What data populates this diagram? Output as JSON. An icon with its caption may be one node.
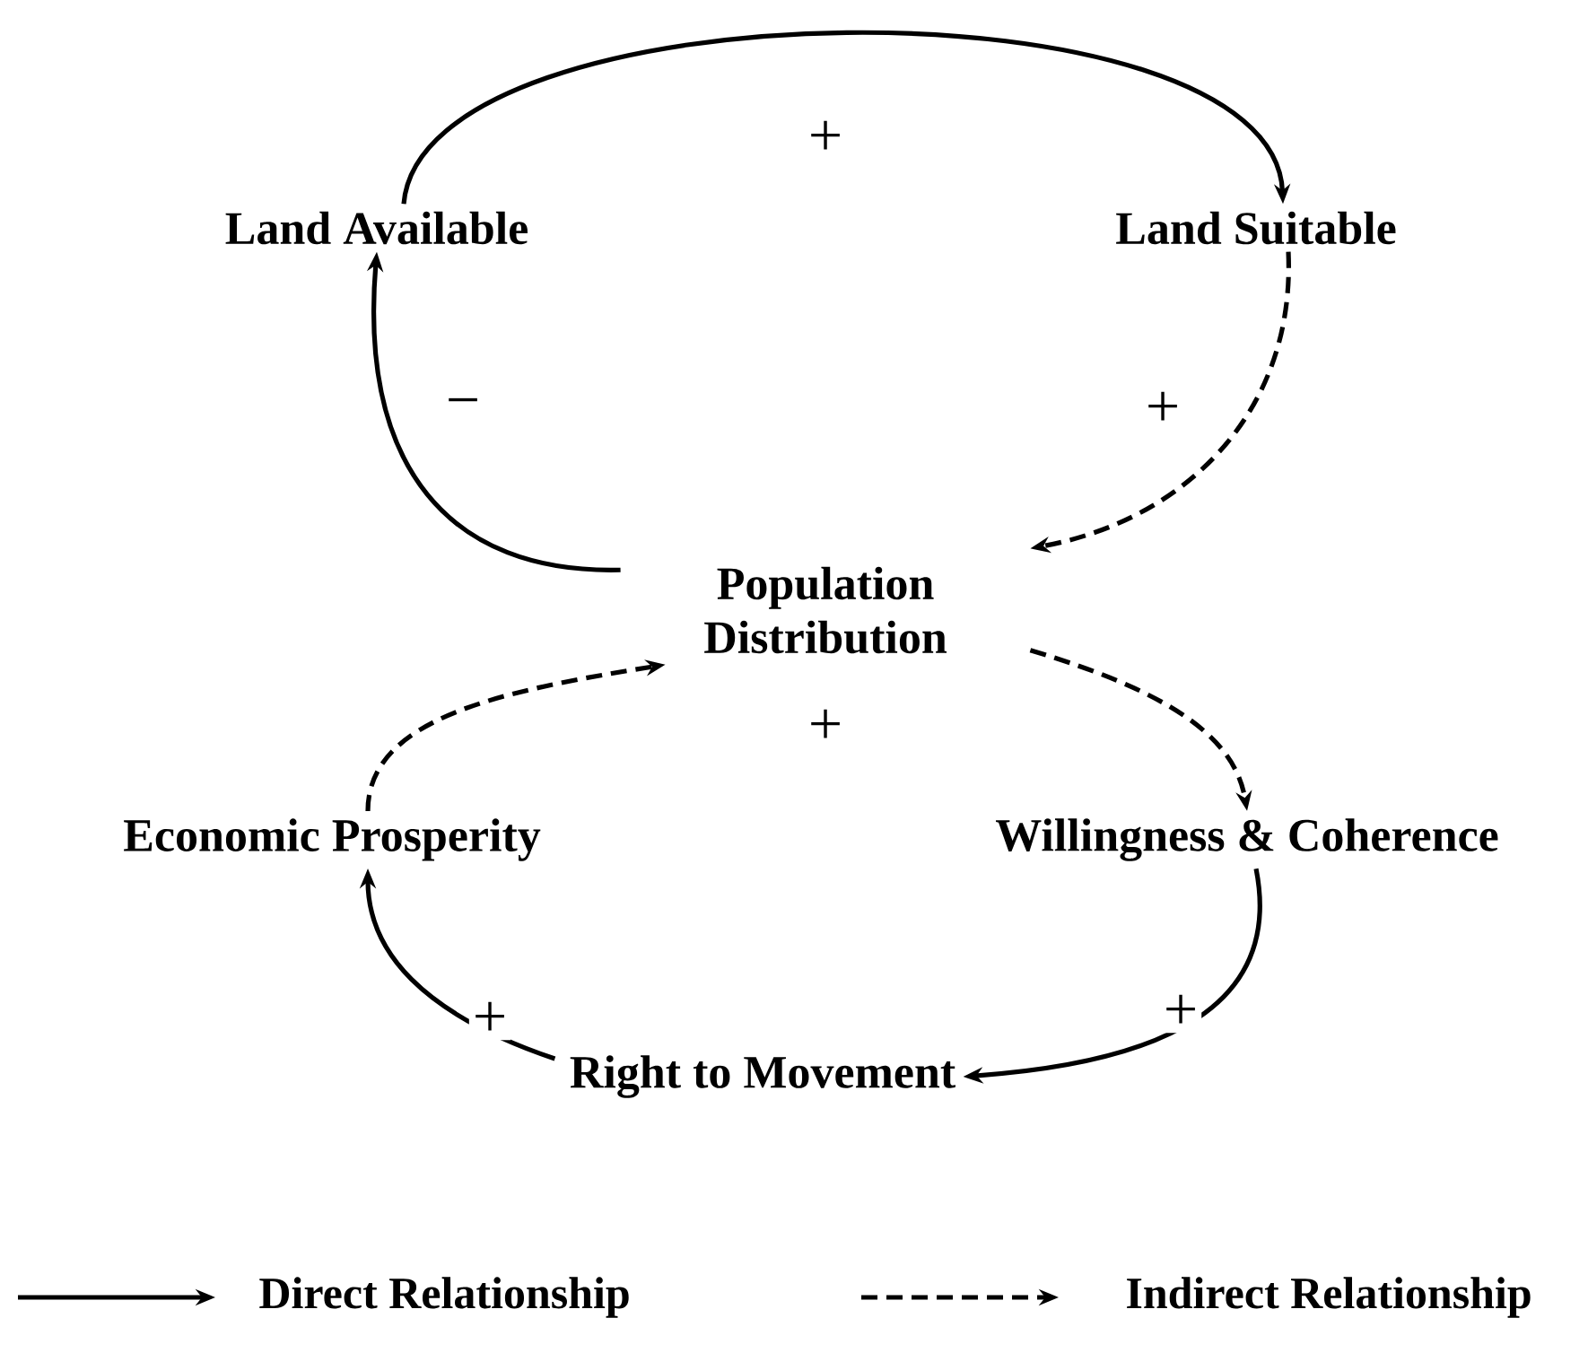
{
  "diagram": {
    "nodes": [
      {
        "text": [
          "Land Available"
        ]
      },
      {
        "text": [
          "Land Suitable"
        ]
      },
      {
        "text": [
          "Population Distribution"
        ]
      },
      {
        "text": [
          "Economic Prosperity"
        ]
      },
      {
        "text": [
          "Willingness & Coherence"
        ]
      },
      {
        "text": [
          "Right to Movement"
        ]
      }
    ],
    "edges": [
      {
        "from": 0,
        "to": 1,
        "arrow": "to",
        "label": "+"
      },
      {
        "from": 1,
        "to": 2,
        "arrow": "to",
        "label": "+",
        "style": "dashed"
      },
      {
        "from": 2,
        "to": 0,
        "arrow": "to",
        "label": "−"
      },
      {
        "from": 2,
        "to": 4,
        "arrow": "to",
        "style": "dashed"
      },
      {
        "from": 4,
        "to": 5,
        "arrow": "to",
        "label": "+"
      },
      {
        "from": 5,
        "to": 3,
        "arrow": "to",
        "label": "+"
      },
      {
        "from": 3,
        "to": 2,
        "arrow": "to",
        "style": "dashed"
      }
    ],
    "labels": [
      "+"
    ],
    "legend": [
      {
        "text": "Direct Relationship"
      },
      {
        "text": "Indirect Relationship"
      }
    ]
  }
}
